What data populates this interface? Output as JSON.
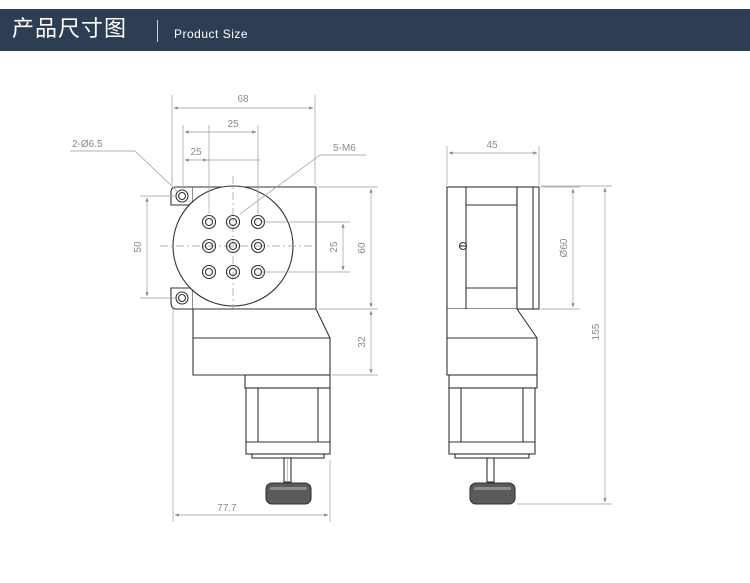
{
  "header": {
    "title_cn": "产品尺寸图",
    "title_en": "Product Size"
  },
  "colors": {
    "header_bg": "#2d3e54",
    "line": "#333333",
    "dim_line": "#9a9a9a",
    "fill_gray": "#e8e8e8",
    "fill_dark": "#5a5a5a"
  },
  "dimensions": {
    "front": {
      "width_total": "68",
      "hole_spacing_top": "25",
      "hole_offset_left": "25",
      "mount_holes": "2-Ø6.5",
      "tapped_holes": "5-M6",
      "height_left": "50",
      "tapped_pitch_v": "25",
      "height_right": "60",
      "motor_offset": "32",
      "width_bottom": "77.7"
    },
    "side": {
      "width_top": "45",
      "table_diameter": "Ø60",
      "height_total": "155"
    }
  }
}
